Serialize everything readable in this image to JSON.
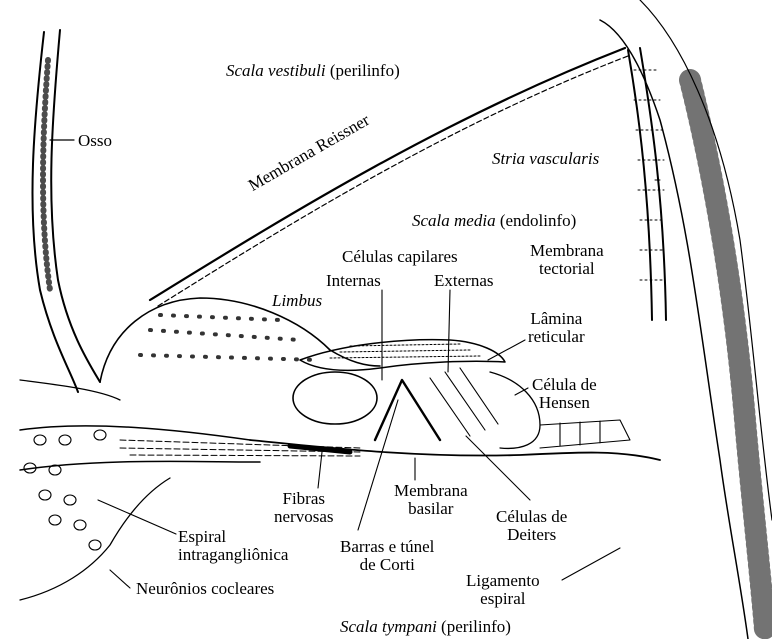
{
  "colors": {
    "ink": "#000000",
    "paper": "#ffffff"
  },
  "labels": {
    "scala_vestibuli": {
      "name": "Scala vestibuli",
      "note": "(perilinfo)"
    },
    "osso": "Osso",
    "membrana_reissner": "Membrana Reissner",
    "stria_vascularis": "Stria vascularis",
    "scala_media": {
      "name": "Scala media",
      "note": "(endolinfo)"
    },
    "celulas_capilares": "Células capilares",
    "internas": "Internas",
    "externas": "Externas",
    "membrana_tectorial": [
      "Membrana",
      "tectorial"
    ],
    "limbus": "Limbus",
    "lamina_reticular": [
      "Lâmina",
      "reticular"
    ],
    "celula_hensen": [
      "Célula de",
      "Hensen"
    ],
    "fibras_nervosas": [
      "Fibras",
      "nervosas"
    ],
    "membrana_basilar": [
      "Membrana",
      "basilar"
    ],
    "celulas_deiters": [
      "Células de",
      "Deiters"
    ],
    "espiral_intraganglionica": [
      "Espiral",
      "intragangliônica"
    ],
    "barras_tunel_corti": [
      "Barras e túnel",
      "de Corti"
    ],
    "ligamento_espiral": [
      "Ligamento",
      "espiral"
    ],
    "neuronios_cocleares": "Neurônios cocleares",
    "scala_tympani": {
      "name": "Scala tympani",
      "note": "(perilinfo)"
    }
  }
}
